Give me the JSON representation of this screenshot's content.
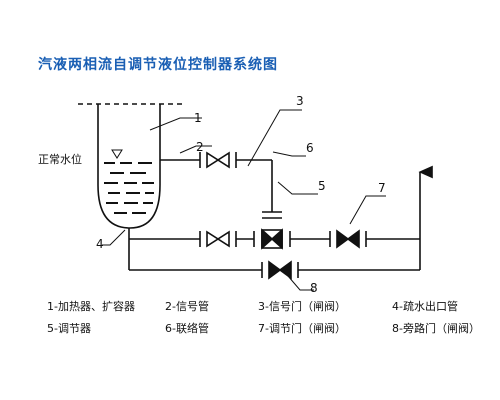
{
  "title": "汽液两相流自调节液位控制器系统图",
  "side_label": "正常水位",
  "callouts": [
    "1",
    "2",
    "3",
    "4",
    "5",
    "6",
    "7",
    "8"
  ],
  "legend": {
    "row1": [
      "1-加热器、扩容器",
      "2-信号管",
      "3-信号门（闸阀）",
      "4-疏水出口管"
    ],
    "row2": [
      "5-调节器",
      "6-联络管",
      "7-调节门（闸阀）",
      "8-旁路门（闸阀）"
    ]
  },
  "colors": {
    "title": "#1a5fb4",
    "line": "#111111"
  }
}
